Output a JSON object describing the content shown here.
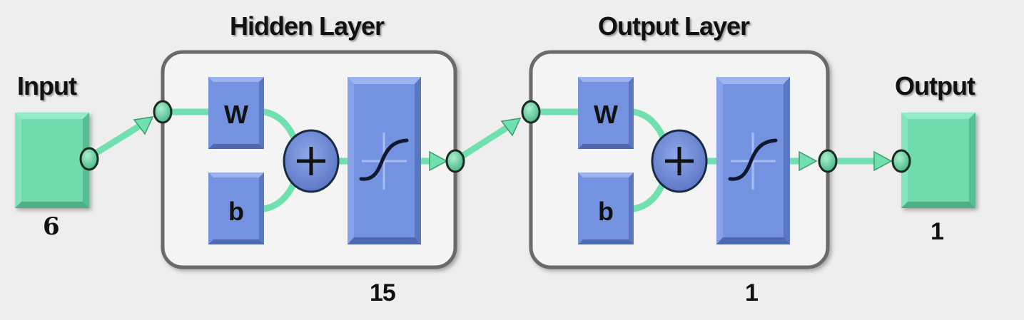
{
  "diagram": {
    "type": "neural-network-view",
    "input": {
      "label": "Input",
      "size": "6"
    },
    "hidden_layer": {
      "title": "Hidden Layer",
      "size": "15",
      "weight_label": "W",
      "bias_label": "b",
      "sum_symbol": "+",
      "transfer_function": "sigmoid"
    },
    "output_layer": {
      "title": "Output Layer",
      "size": "1",
      "weight_label": "W",
      "bias_label": "b",
      "sum_symbol": "+",
      "transfer_function": "sigmoid"
    },
    "output": {
      "label": "Output",
      "size": "1"
    }
  },
  "colors": {
    "background": "#efeeee",
    "io_block": "#6fdcae",
    "io_block_dark": "#4fae84",
    "io_block_light": "#92ecc6",
    "layer_block": "#7393e0",
    "layer_block_dark": "#4f68b0",
    "layer_block_light": "#9db3ee",
    "connector": "#70e0ae",
    "outline": "#1a2a22",
    "layer_frame": "#6a6a6a",
    "layer_frame_fill": "#f4f4f4"
  }
}
